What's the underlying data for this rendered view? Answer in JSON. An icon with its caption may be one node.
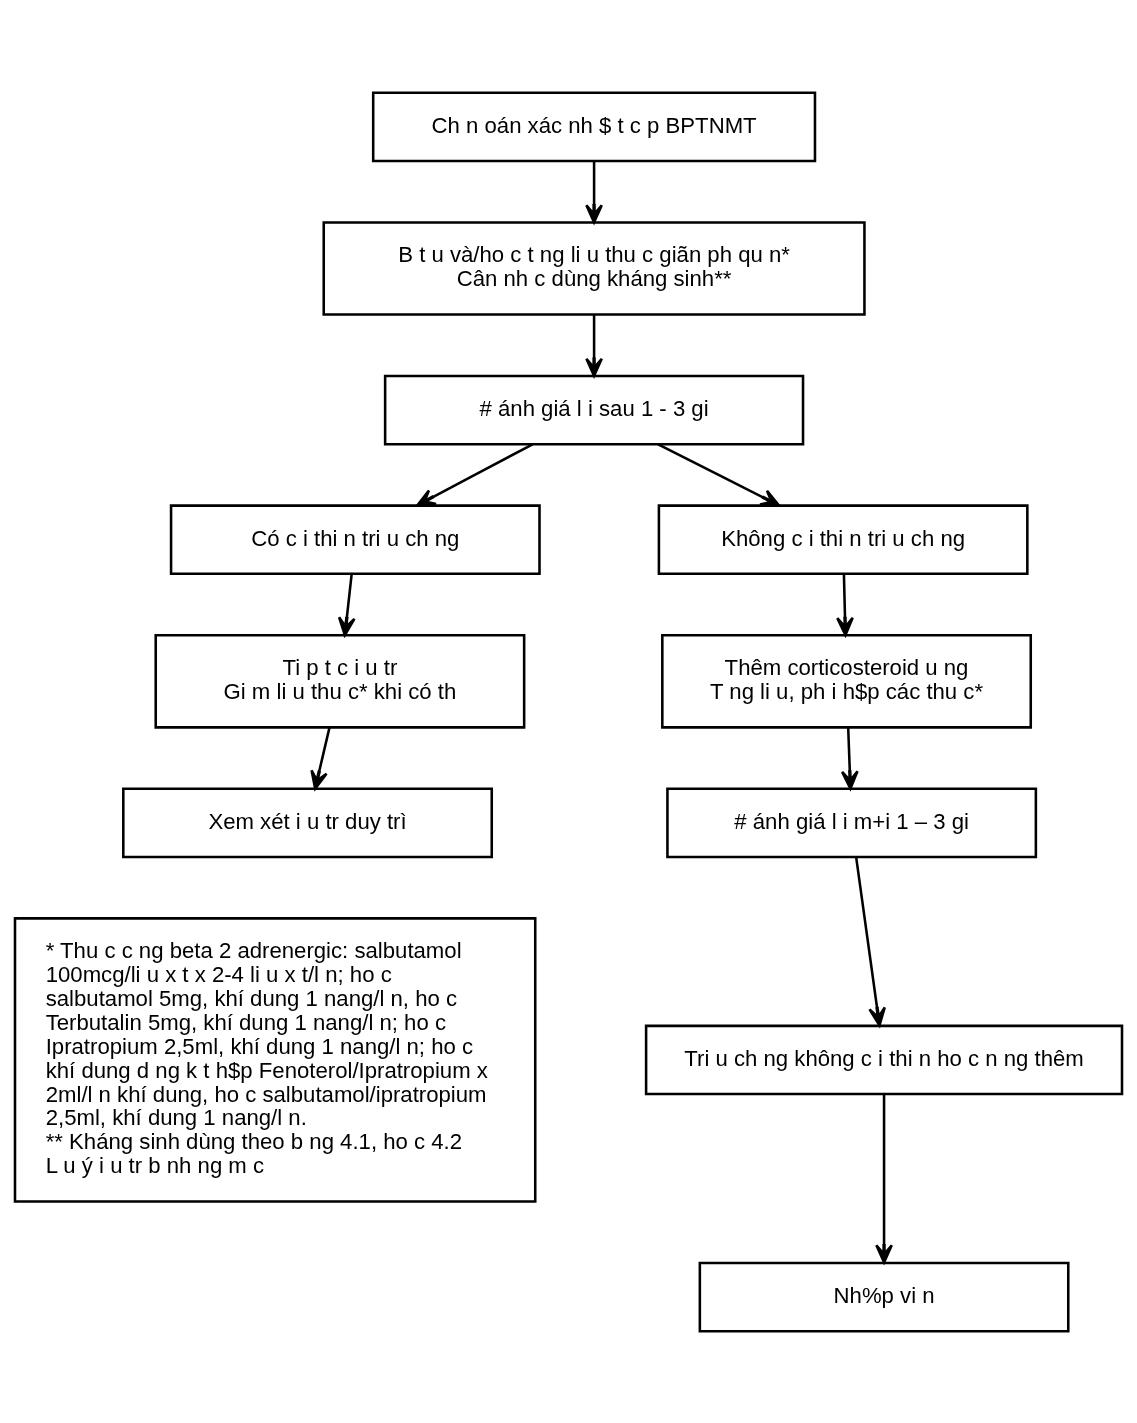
{
  "diagram": {
    "nodes": [
      {
        "text": [
          "Ch n oán xác nh $ t c p BPTNMT"
        ]
      },
      {
        "text": [
          "B t u và/ho c t ng li u thu c giãn ph qu n*",
          "Cân nh c dùng kháng sinh**"
        ]
      },
      {
        "text": [
          "# ánh giá l i sau 1 - 3 gi"
        ]
      },
      {
        "text": [
          "Có c i thi n tri u ch ng"
        ]
      },
      {
        "text": [
          "Không c i thi n tri u ch ng"
        ]
      },
      {
        "text": [
          "Ti p t c i u tr",
          "Gi m li u thu c* khi có th"
        ]
      },
      {
        "text": [
          "Thêm corticosteroid u ng",
          "T ng li u, ph i h$p các thu c*"
        ]
      },
      {
        "text": [
          "Xem xét i u tr duy trì"
        ]
      },
      {
        "text": [
          "# ánh giá l i m+i 1 – 3 gi"
        ]
      },
      {
        "text": [
          "Tri u ch ng không c i thi n ho c n ng thêm"
        ]
      },
      {
        "text": [
          "Nh%p vi n"
        ]
      },
      {
        "text": [
          "* Thu c c ng beta 2 adrenergic: salbutamol 100mcg/li u x t x 2-4 li u x t/l n; ho c salbutamol 5mg, khí dung 1 nang/l n, ho c Terbutalin 5mg, khí dung 1 nang/l n; ho c Ipratropium 2,5ml, khí dung 1 nang/l n; ho c khí dung d ng k t h$p Fenoterol/Ipratropium x 2ml/l n khí dung, ho c salbutamol/ipratropium 2,5ml, khí dung 1 nang/l n.",
          "** Kháng sinh dùng theo b ng 4.1, ho c 4.2",
          "L u ý i u tr b nh ng m c"
        ]
      }
    ],
    "edges": [
      {
        "from": 0,
        "to": 1,
        "arrow": "to"
      },
      {
        "from": 1,
        "to": 2,
        "arrow": "to"
      },
      {
        "from": 2,
        "to": 3,
        "arrow": "to"
      },
      {
        "from": 2,
        "to": 4,
        "arrow": "to"
      },
      {
        "from": 3,
        "to": 5,
        "arrow": "to"
      },
      {
        "from": 4,
        "to": 6,
        "arrow": "to"
      },
      {
        "from": 5,
        "to": 7,
        "arrow": "to"
      },
      {
        "from": 6,
        "to": 8,
        "arrow": "to"
      },
      {
        "from": 8,
        "to": 9,
        "arrow": "to"
      },
      {
        "from": 9,
        "to": 10,
        "arrow": "to"
      }
    ]
  }
}
